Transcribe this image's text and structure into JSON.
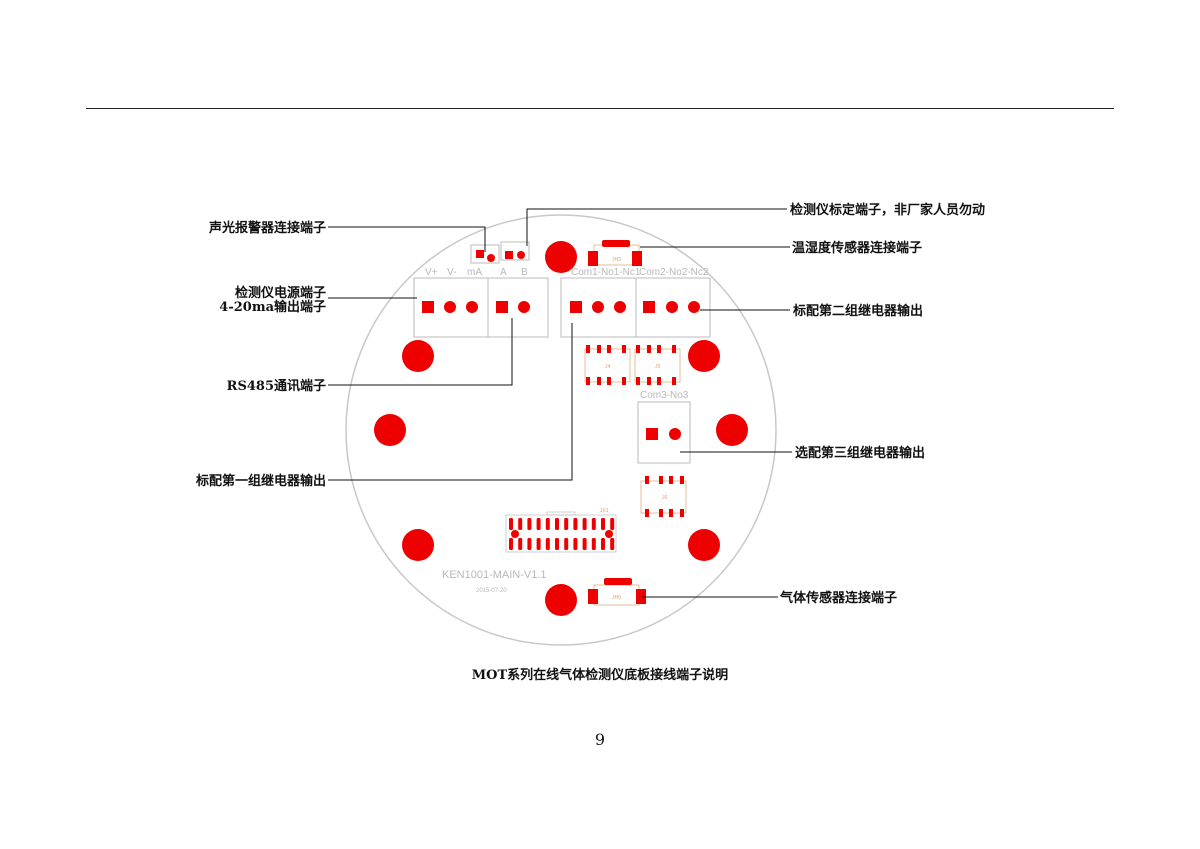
{
  "labels": {
    "alarm": "声光报警器连接端子",
    "calib": "检测仪标定端子，非厂家人员勿动",
    "humidity": "温湿度传感器连接端子",
    "power1": "检测仪电源端子",
    "power2": "4-20ma输出端子",
    "relay2": "标配第二组继电器输出",
    "rs485": "RS485通讯端子",
    "relay3": "选配第三组继电器输出",
    "relay1": "标配第一组继电器输出",
    "gas": "气体传感器连接端子"
  },
  "board": {
    "pins_left": [
      "V+",
      "V-",
      "mA",
      "A",
      "B"
    ],
    "com1": "Com1-No1-Nc1",
    "com2": "Com2-No2-Nc2",
    "com3": "Com3-No3",
    "model": "KEN1001-MAIN-V1.1",
    "date": "2015-07-20",
    "refs": [
      "JH3",
      "J4",
      "J5",
      "J6",
      "JX1",
      "JH0"
    ]
  },
  "caption": "MOT系列在线气体检测仪底板接线端子说明",
  "page_number": "9",
  "colors": {
    "pad": "#ee0000",
    "outline": "#c8c8c8",
    "silk": "#d9a070"
  }
}
